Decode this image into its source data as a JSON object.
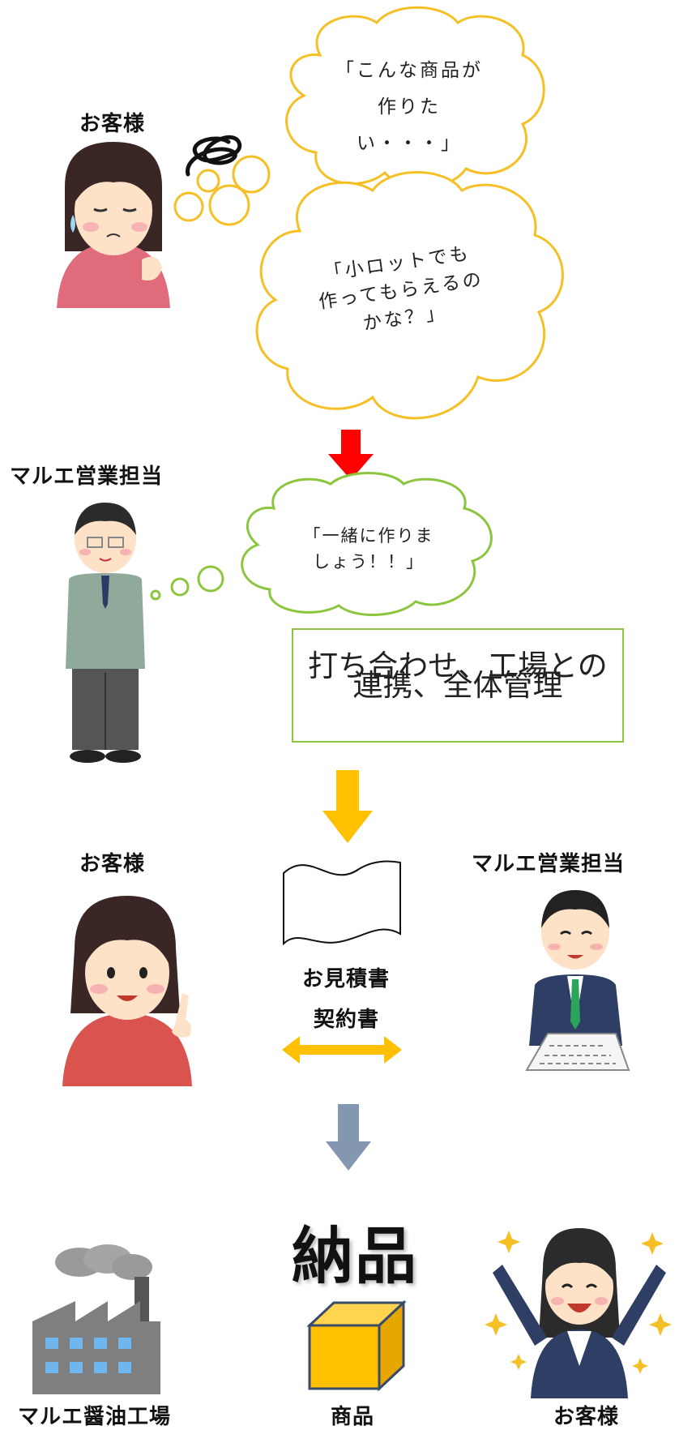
{
  "customer_label_1": "お客様",
  "thought_1": [
    "「こんな商品が",
    "作りた",
    "い・・・」"
  ],
  "thought_2": [
    "「小ロットでも",
    "作ってもらえるの",
    "かな？」"
  ],
  "sales_label_1": "マルエ営業担当",
  "thought_3": [
    "「一緒に作りま",
    "しょう！！」"
  ],
  "task_box": [
    "打ち合わせ、工場との",
    "連携、全体管理"
  ],
  "customer_label_2": "お客様",
  "sales_label_2": "マルエ営業担当",
  "doc_labels": [
    "お見積書",
    "契約書"
  ],
  "delivery_title": "納品",
  "factory_label": "マルエ醤油工場",
  "product_label": "商品",
  "customer_label_3": "お客様",
  "colors": {
    "cloud_yellow": "#f5c026",
    "cloud_green": "#8cc63f",
    "arrow_red": "#ff0000",
    "arrow_gold": "#ffc000",
    "arrow_gray": "#8497b0",
    "box_yellow": "#ffc000"
  }
}
